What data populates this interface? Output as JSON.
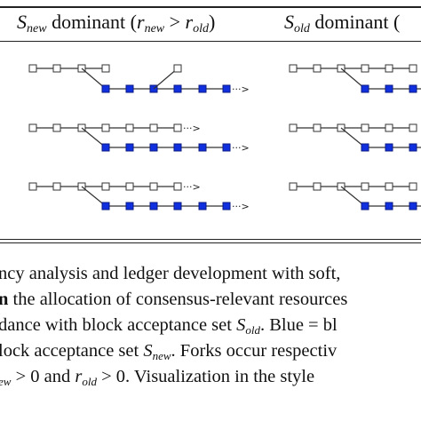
{
  "table": {
    "header_left": {
      "main": "S",
      "sub": "new",
      "text": " dominant (",
      "r1": "r",
      "r1_sub": "new",
      "gt": " > ",
      "r2": "r",
      "r2_sub": "old",
      "close": ")"
    },
    "header_right": {
      "main": "S",
      "sub": "old",
      "text": " dominant ("
    }
  },
  "figure": {
    "colors": {
      "canonical": "#1030e0",
      "fork": "#ffffff",
      "line": "#333333"
    },
    "ellipsis": "···>",
    "rows": [
      "row-1",
      "row-2",
      "row-3"
    ]
  },
  "caption": {
    "line1": "ncy analysis and ledger development with soft,",
    "line2_bold": "n",
    "line2_rest": " the allocation of consensus-relevant resources",
    "line3_a": "dance with block acceptance set ",
    "line3_S": "S",
    "line3_sub": "old",
    "line3_b": ". Blue = bl",
    "line4_a": "lock acceptance set ",
    "line4_S": "S",
    "line4_sub": "new",
    "line4_b": ". Forks occur respectiv",
    "line5_sub1": "ew",
    "line5_a": " > 0 and ",
    "line5_r": "r",
    "line5_sub2": "old",
    "line5_b": " > 0. Visualization in the style"
  }
}
